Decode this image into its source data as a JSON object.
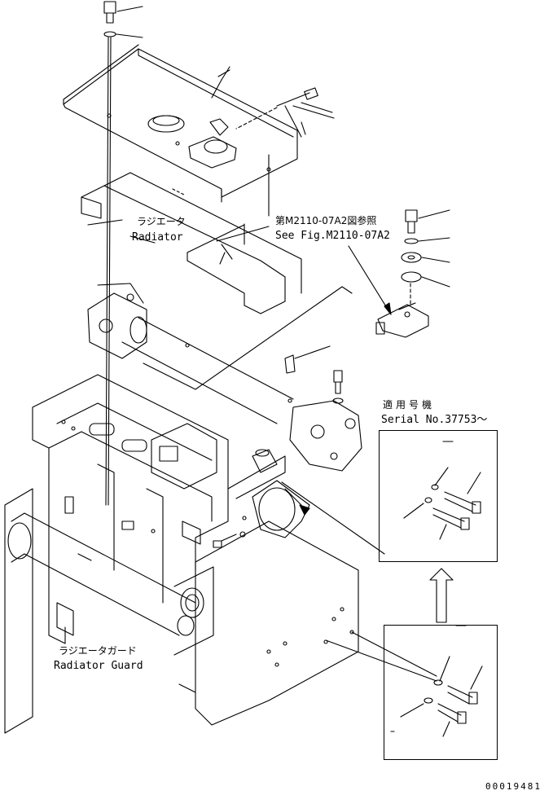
{
  "labels": {
    "radiator_jp": "ラジエータ",
    "radiator_en": "Radiator",
    "ref_jp": "第M2110-07A2図参照",
    "ref_en": "See Fig.M2110-07A2",
    "serial_jp": "適用号機",
    "serial_en": "Serial No.37753～",
    "guard_jp": "ラジエータガード",
    "guard_en": "Radiator Guard",
    "doc_number": "00019481"
  },
  "colors": {
    "line": "#000000",
    "background": "#ffffff"
  }
}
